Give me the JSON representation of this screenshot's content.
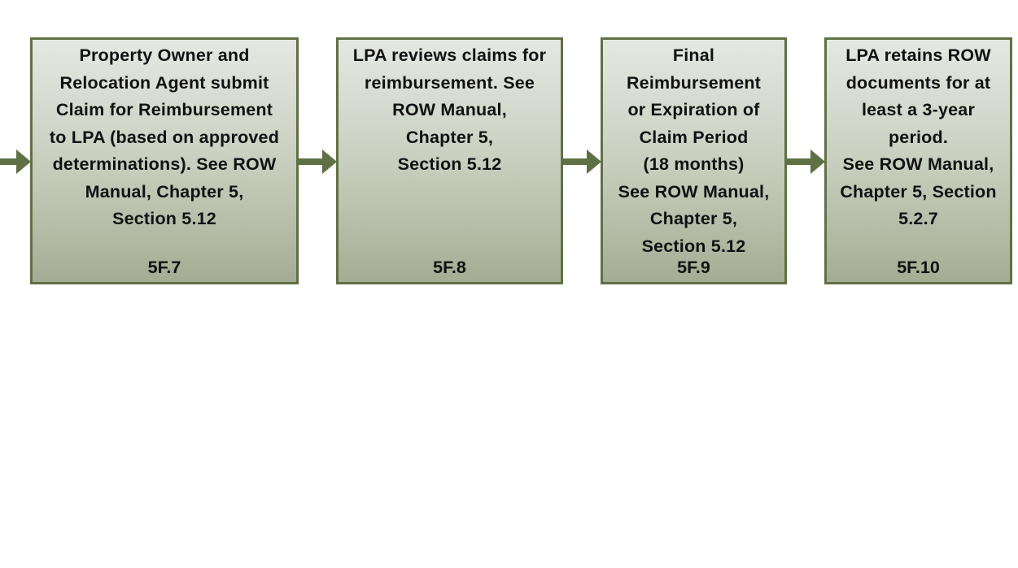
{
  "colors": {
    "border": "#5f7045",
    "arrow": "#5f7045"
  },
  "boxes": [
    {
      "lines": [
        "Property Owner and",
        "Relocation Agent submit",
        "Claim for Reimbursement",
        "to LPA (based on approved",
        "determinations). See ROW",
        "Manual, Chapter 5,",
        "Section 5.12"
      ],
      "code": "5F.7"
    },
    {
      "lines": [
        "LPA reviews claims for",
        "reimbursement. See",
        "ROW Manual,",
        "Chapter 5,",
        "Section 5.12"
      ],
      "code": "5F.8"
    },
    {
      "lines": [
        "Final",
        "Reimbursement",
        "or Expiration of",
        "Claim Period",
        "(18 months)",
        "See ROW Manual,",
        "Chapter 5,",
        "Section 5.12"
      ],
      "code": "5F.9"
    },
    {
      "lines": [
        "LPA retains ROW",
        "documents for at",
        "least a 3-year",
        "period.",
        "See ROW Manual,",
        "Chapter 5, Section",
        "5.2.7"
      ],
      "code": "5F.10"
    }
  ]
}
